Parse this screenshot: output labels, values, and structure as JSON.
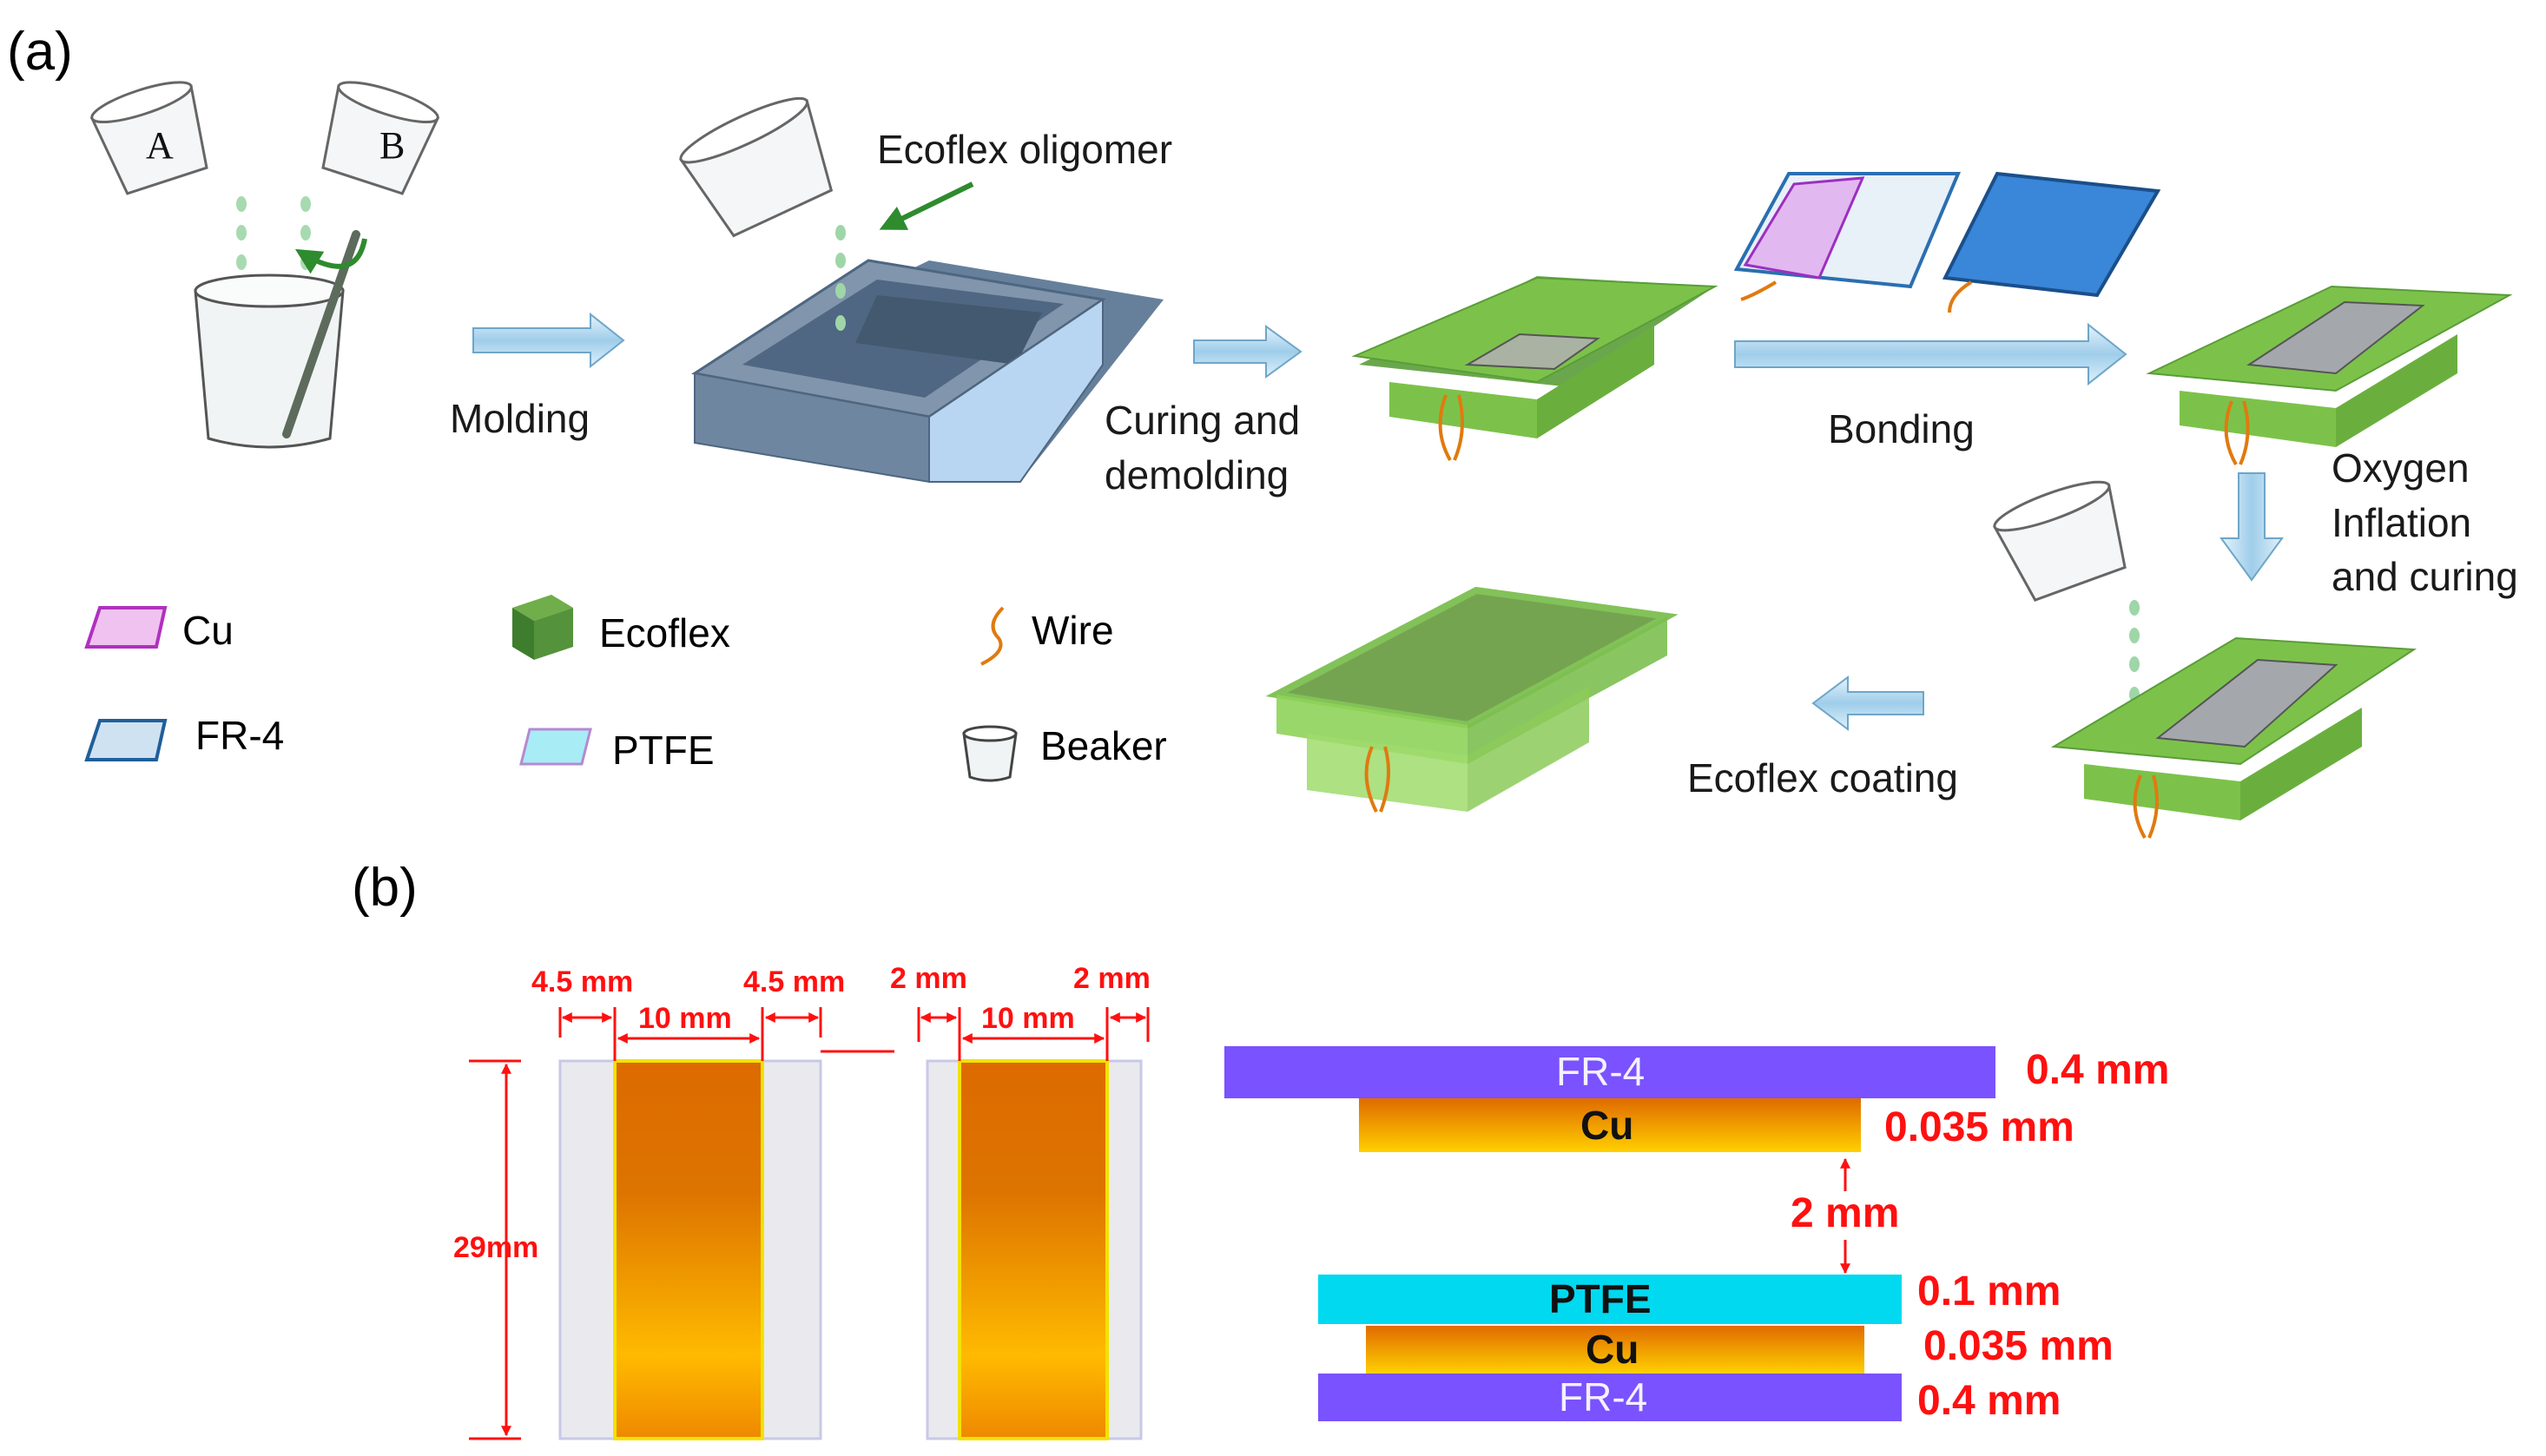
{
  "panel_a": {
    "label": "(a)",
    "beaker_a": "A",
    "beaker_b": "B",
    "steps": {
      "molding": "Molding",
      "ecoflex_oligomer": "Ecoflex oligomer",
      "curing_line1": "Curing and",
      "curing_line2": "demolding",
      "bonding": "Bonding",
      "oxygen_line1": "Oxygen",
      "oxygen_line2": "Inflation",
      "oxygen_line3": "and curing",
      "ecoflex_coating": "Ecoflex coating"
    },
    "legend": {
      "cu": "Cu",
      "fr4": "FR-4",
      "ecoflex": "Ecoflex",
      "ptfe": "PTFE",
      "wire": "Wire",
      "beaker": "Beaker"
    }
  },
  "panel_b": {
    "label": "(b)",
    "dims_left": {
      "margin_left": "4.5 mm",
      "margin_right": "4.5 mm",
      "width": "10 mm",
      "height": "29mm"
    },
    "dims_right": {
      "margin_left": "2 mm",
      "margin_right": "2 mm",
      "width": "10 mm"
    },
    "stack": {
      "top_fr4": "FR-4",
      "top_fr4_thickness": "0.4 mm",
      "top_cu": "Cu",
      "top_cu_thickness": "0.035 mm",
      "gap": "2 mm",
      "ptfe": "PTFE",
      "ptfe_thickness": "0.1 mm",
      "bottom_cu": "Cu",
      "bottom_cu_thickness": "0.035 mm",
      "bottom_fr4": "FR-4",
      "bottom_fr4_thickness": "0.4 mm"
    }
  },
  "colors": {
    "fr4": "#7a52ff",
    "ptfe": "#00d9f0",
    "cu_top": "#e06a00",
    "cu_bottom": "#ffc200",
    "ecoflex": "#7cc24a",
    "dimension": "#ff1010",
    "arrow": "#a9d4ee"
  }
}
